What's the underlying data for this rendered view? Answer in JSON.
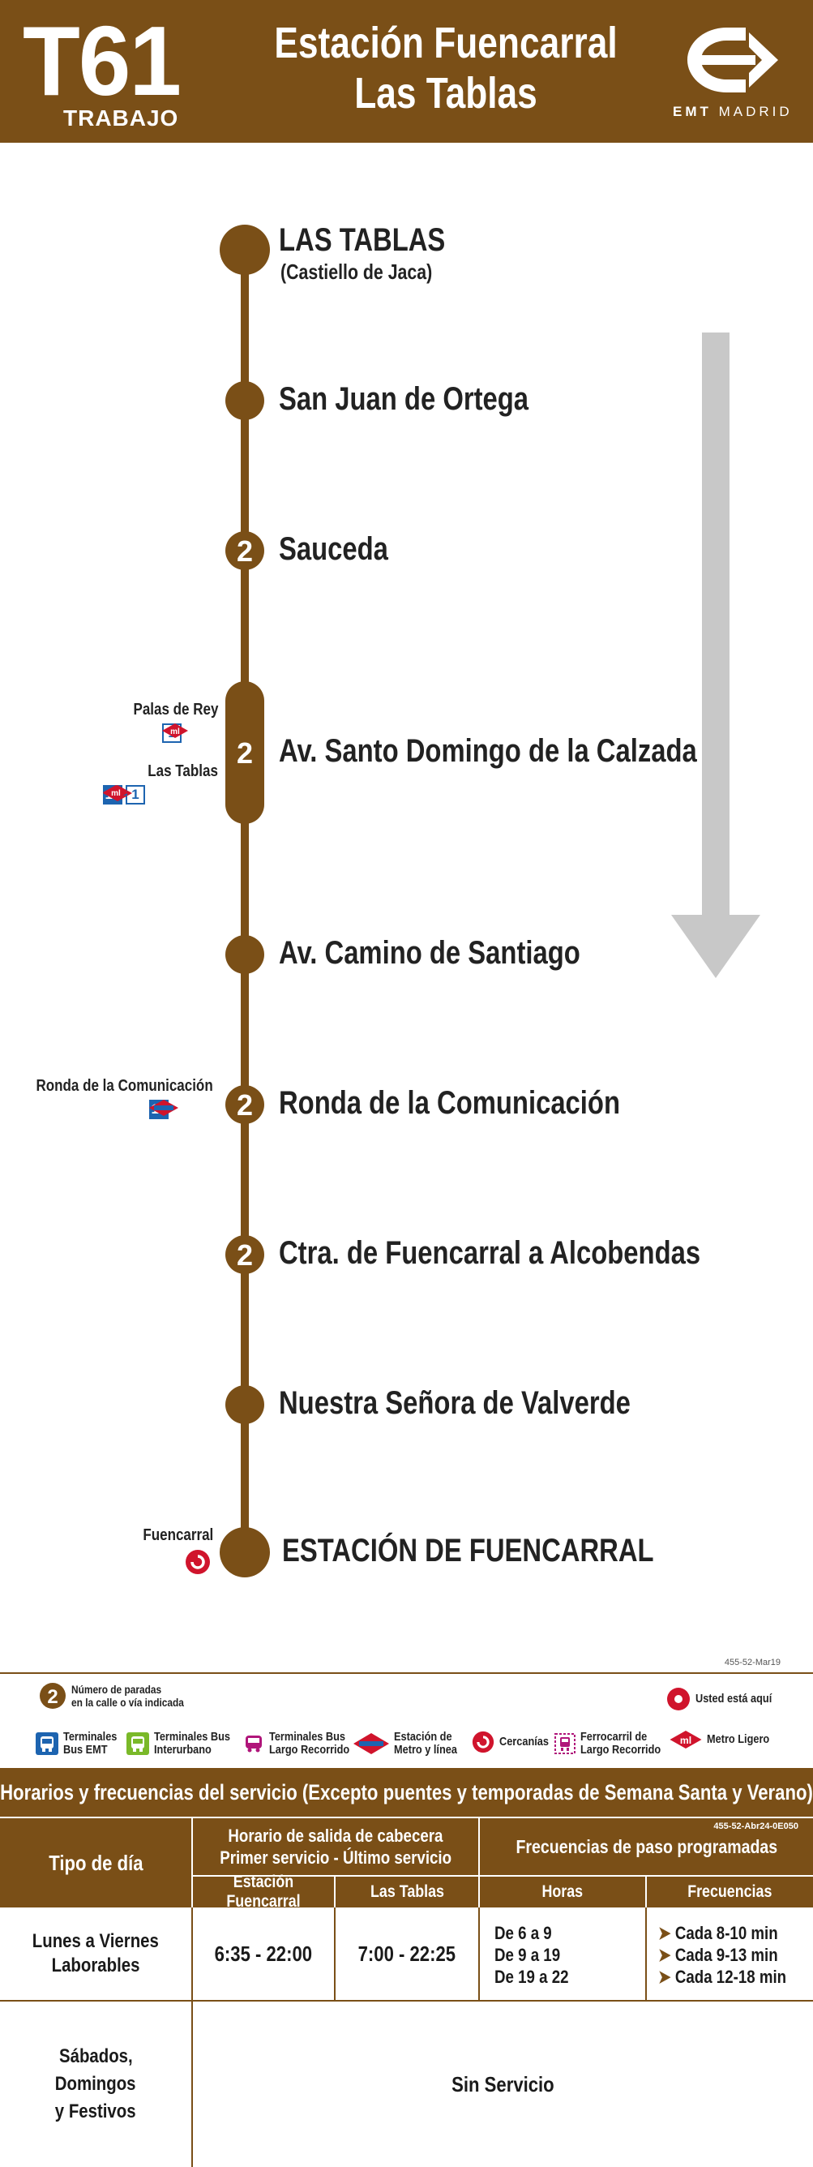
{
  "header": {
    "line_code": "T61",
    "line_type": "TRABAJO",
    "title_line1": "Estación Fuencarral",
    "title_line2": "Las Tablas",
    "brand_bold": "EMT",
    "brand_rest": "MADRID",
    "brand_color": "#7a4f17"
  },
  "stops": [
    {
      "name": "LAS TABLAS",
      "subtitle": "(Castiello de Jaca)",
      "type": "terminal",
      "stop_count": null
    },
    {
      "name": "San Juan de Ortega",
      "type": "stop",
      "stop_count": null
    },
    {
      "name": "Sauceda",
      "type": "stop",
      "stop_count": "2"
    },
    {
      "name": "Av. Santo Domingo de la Calzada",
      "type": "stop",
      "stop_count": "2"
    },
    {
      "name": "Av. Camino de Santiago",
      "type": "stop",
      "stop_count": null
    },
    {
      "name": "Ronda de la Comunicación",
      "type": "stop",
      "stop_count": "2"
    },
    {
      "name": "Ctra. de Fuencarral a Alcobendas",
      "type": "stop",
      "stop_count": "2"
    },
    {
      "name": "Nuestra Señora de Valverde",
      "type": "stop",
      "stop_count": null
    },
    {
      "name": "ESTACIÓN DE FUENCARRAL",
      "type": "terminal",
      "stop_count": null
    }
  ],
  "connections": {
    "palas_de_rey": {
      "label": "Palas de Rey",
      "metro_ligero_line": "1"
    },
    "las_tablas": {
      "label": "Las Tablas",
      "metro_line": "10",
      "metro_ligero_line": "1"
    },
    "ronda": {
      "label": "Ronda de la Comunicación",
      "metro_line": "10"
    },
    "fuencarral": {
      "label": "Fuencarral",
      "icon": "cercanias-icon"
    }
  },
  "print_code": "455-52-Mar19",
  "legend": {
    "stop_count_symbol": "2",
    "stop_count_text": [
      "Número de paradas",
      "en la calle o vía indicada"
    ],
    "you_are_here": "Usted está aquí",
    "items": [
      {
        "icon": "bus-emt-terminal-icon",
        "color": "#1d64b0",
        "text": [
          "Terminales",
          "Bus EMT"
        ]
      },
      {
        "icon": "interurban-terminal-icon",
        "color": "#7ab929",
        "text": [
          "Terminales Bus",
          "Interurbano"
        ]
      },
      {
        "icon": "long-distance-bus-icon",
        "color": "#b0157a",
        "text": [
          "Terminales Bus",
          "Largo Recorrido"
        ]
      },
      {
        "icon": "metro-icon",
        "color": "#d0142c",
        "text": [
          "Estación de",
          "Metro y línea"
        ]
      },
      {
        "icon": "cercanias-icon",
        "color": "#d0142c",
        "text": [
          "Cercanías"
        ]
      },
      {
        "icon": "train-icon",
        "color": "#b0157a",
        "text": [
          "Ferrocarril de",
          "Largo Recorrido"
        ]
      },
      {
        "icon": "metro-ligero-icon",
        "color": "#d0142c",
        "text": [
          "Metro Ligero"
        ]
      }
    ]
  },
  "timetable": {
    "title": "Horarios y frecuencias del servicio (Excepto puentes y temporadas de Semana Santa y Verano)",
    "code": "455-52-Abr24-0E050",
    "col_day_type": "Tipo de día",
    "col_schedule": [
      "Horario de salida de cabecera",
      "Primer servicio - Último servicio"
    ],
    "col_frequencies": "Frecuencias de paso programadas",
    "sub_from_fuencarral": "Estación Fuencarral",
    "sub_from_las_tablas": "Las Tablas",
    "sub_hours": "Horas",
    "sub_frequencies": "Frecuencias",
    "weekday": {
      "label": [
        "Lunes a Viernes",
        "Laborables"
      ],
      "fuencarral": "6:35 - 22:00",
      "las_tablas": "7:00 - 22:25",
      "hours": [
        "De 6 a 9",
        "De 9 a 19",
        "De 19 a 22"
      ],
      "frequencies": [
        "Cada 8-10 min",
        "Cada 9-13 min",
        "Cada 12-18 min"
      ]
    },
    "weekend": {
      "label": [
        "Sábados,",
        "Domingos",
        "y Festivos"
      ],
      "value": "Sin Servicio"
    }
  }
}
